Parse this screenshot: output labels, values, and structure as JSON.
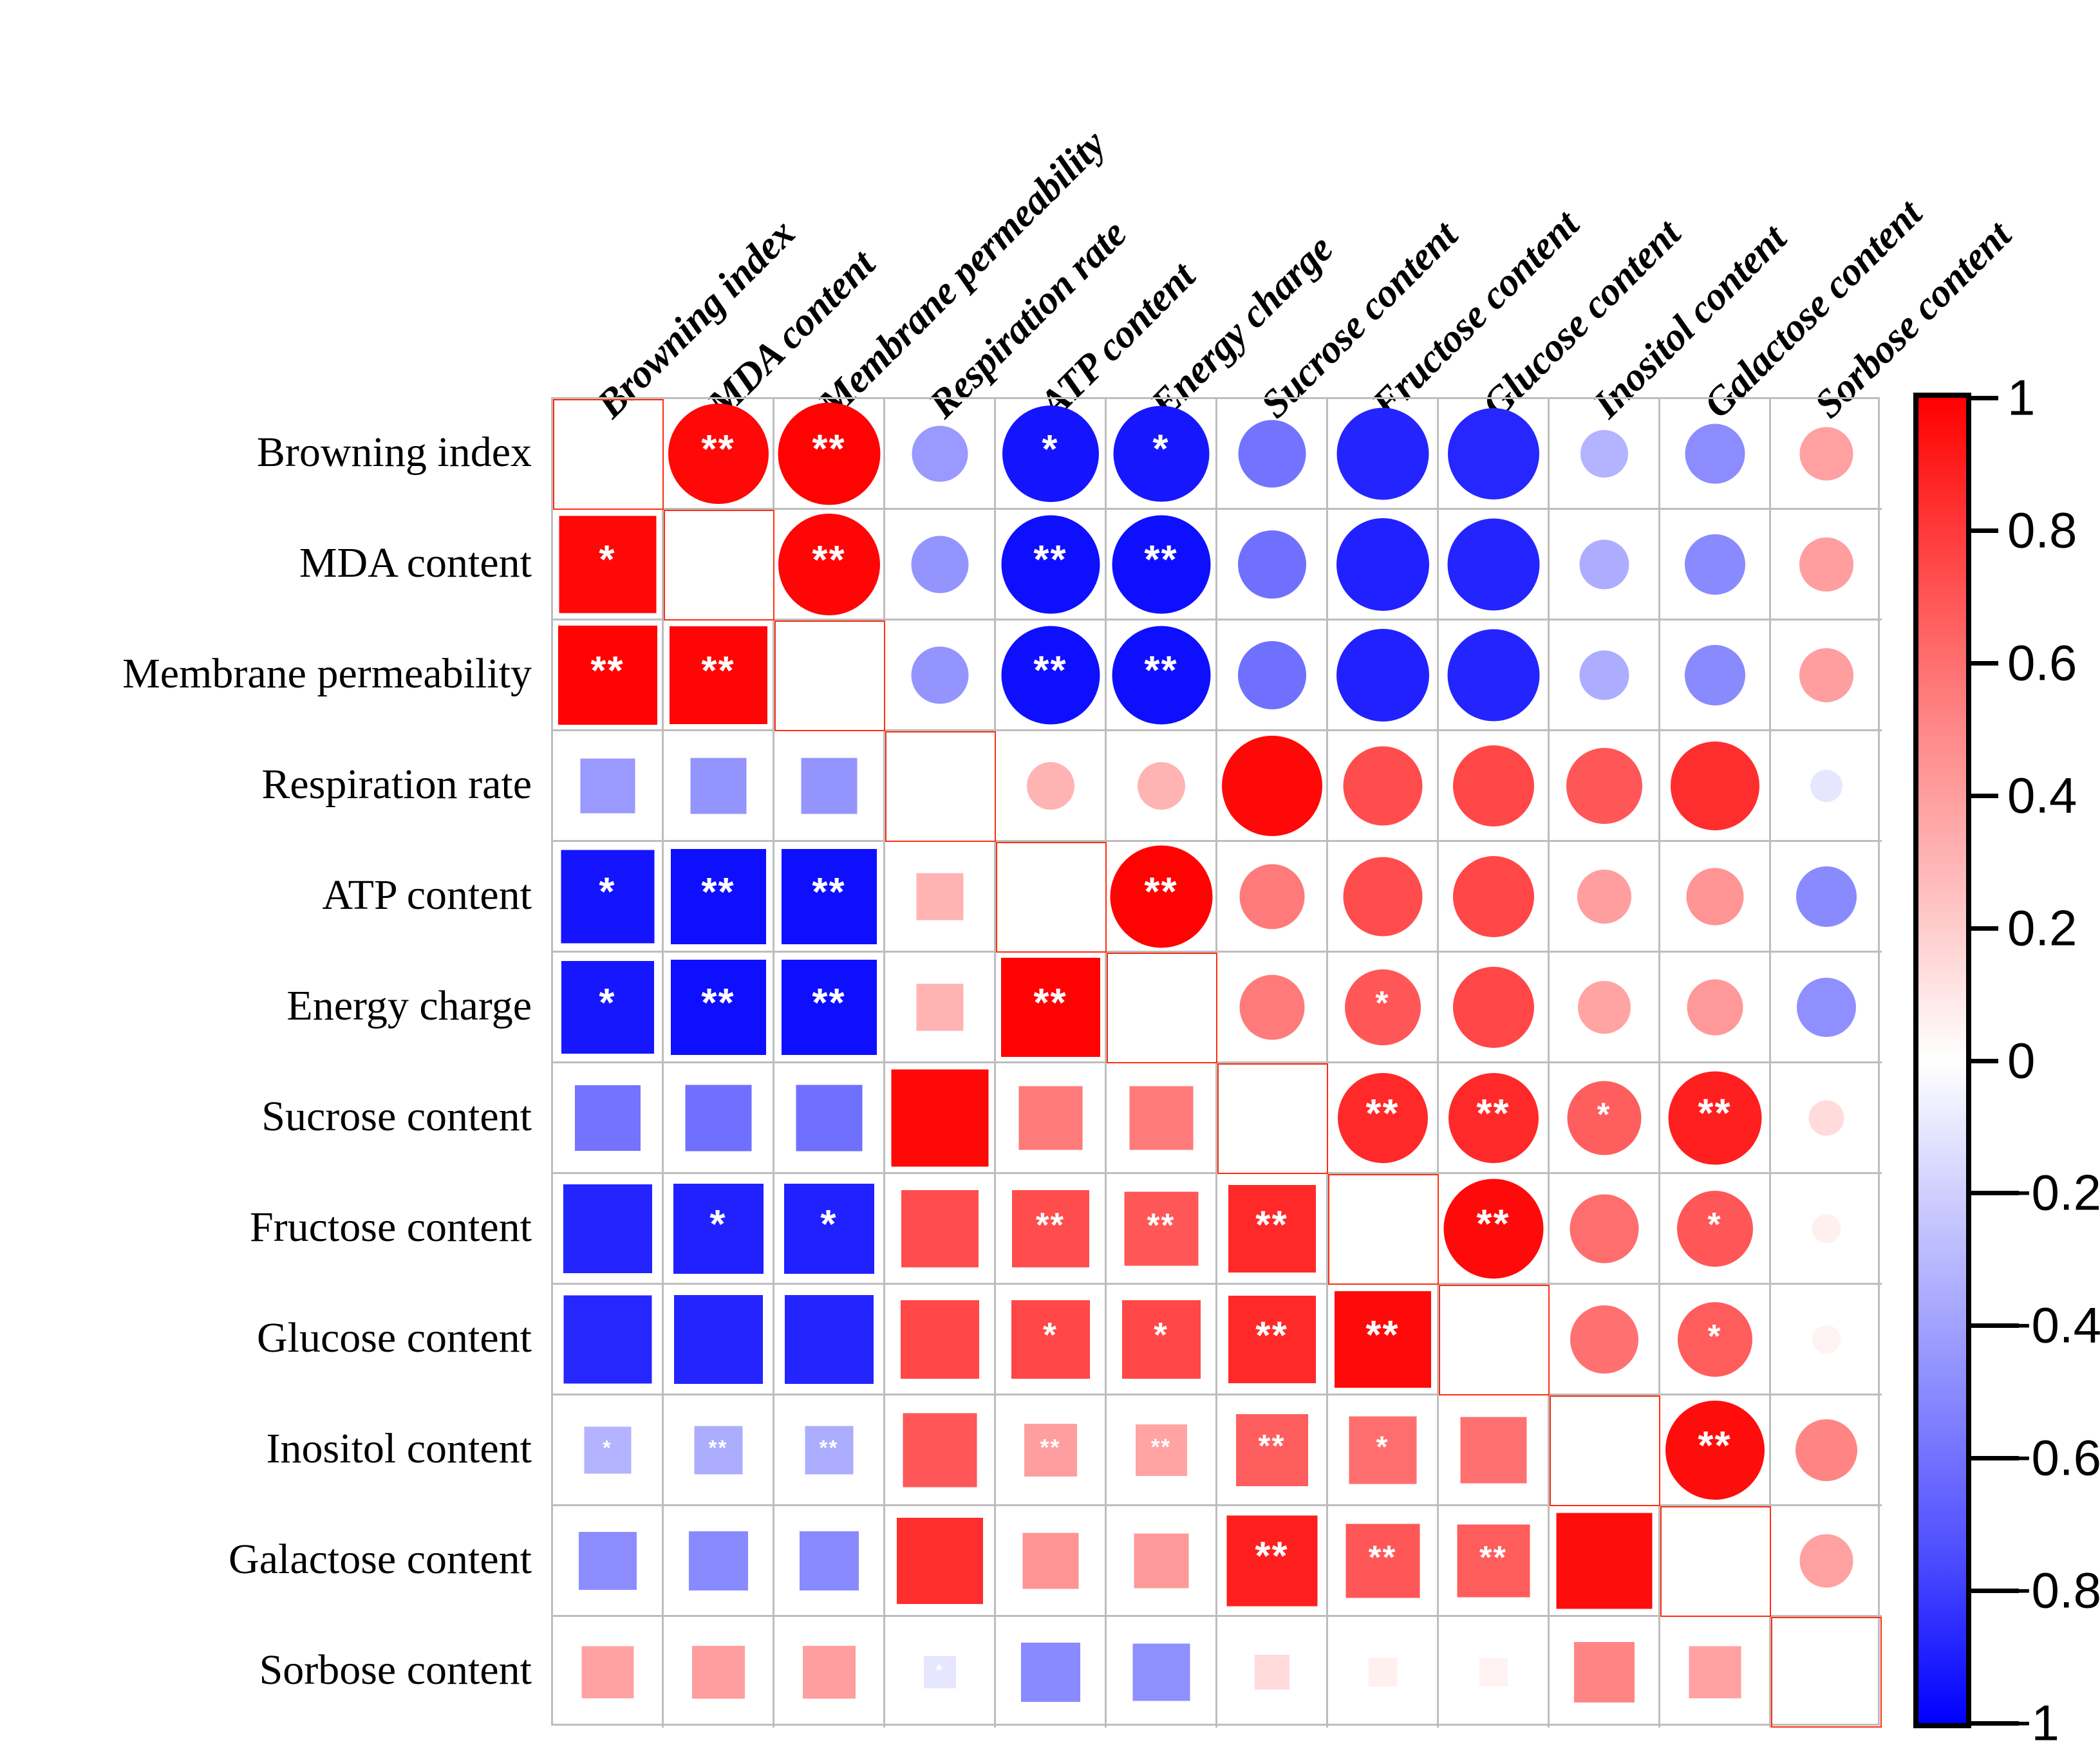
{
  "variables": [
    "Browning index",
    "MDA content",
    "Membrane permeability",
    "Respiration rate",
    "ATP content",
    "Energy charge",
    "Sucrose content",
    "Fructose content",
    "Glucose content",
    "Inositol content",
    "Galactose content",
    "Sorbose content"
  ],
  "colorbar": {
    "ticks": [
      "1",
      "0.8",
      "0.6",
      "0.4",
      "0.2",
      "0",
      "−0.2",
      "−0.4",
      "−0.6",
      "−0.8",
      "−1"
    ],
    "max_color": "#ff0000",
    "mid_color": "#ffffff",
    "min_color": "#0000ff",
    "vmin": -1,
    "vmax": 1
  },
  "legend": {
    "single_star": "*",
    "double_star": "**"
  },
  "chart_data": {
    "type": "heatmap",
    "title": "",
    "xlabel": "",
    "ylabel": "",
    "subtype": "correlation-matrix",
    "upper_triangle_glyph": "circle",
    "lower_triangle_glyph": "square",
    "diagonal": "empty-with-red-outline",
    "grid": true,
    "legend_position": "right",
    "colorbar_range": [
      -1,
      1
    ],
    "categories": [
      "Browning index",
      "MDA content",
      "Membrane permeability",
      "Respiration rate",
      "ATP content",
      "Energy charge",
      "Sucrose content",
      "Fructose content",
      "Glucose content",
      "Inositol content",
      "Galactose content",
      "Sorbose content"
    ],
    "matrix": [
      [
        1.0,
        0.97,
        0.99,
        -0.4,
        -0.92,
        -0.91,
        -0.55,
        -0.86,
        -0.85,
        -0.3,
        -0.45,
        0.37
      ],
      [
        0.97,
        1.0,
        0.98,
        -0.42,
        -0.94,
        -0.94,
        -0.56,
        -0.87,
        -0.86,
        -0.32,
        -0.46,
        0.38
      ],
      [
        0.99,
        0.98,
        1.0,
        -0.42,
        -0.94,
        -0.94,
        -0.56,
        -0.87,
        -0.86,
        -0.32,
        -0.46,
        0.38
      ],
      [
        -0.4,
        -0.42,
        -0.42,
        1.0,
        0.3,
        0.3,
        0.97,
        0.7,
        0.72,
        0.66,
        0.82,
        -0.1
      ],
      [
        -0.92,
        -0.94,
        -0.94,
        0.3,
        1.0,
        0.99,
        0.52,
        0.7,
        0.72,
        0.38,
        0.42,
        -0.46
      ],
      [
        -0.91,
        -0.94,
        -0.94,
        0.3,
        0.99,
        1.0,
        0.52,
        0.66,
        0.72,
        0.36,
        0.4,
        -0.44
      ],
      [
        -0.55,
        -0.56,
        -0.56,
        0.97,
        0.52,
        0.52,
        1.0,
        0.84,
        0.84,
        0.63,
        0.88,
        0.14
      ],
      [
        -0.86,
        -0.87,
        -0.87,
        0.7,
        0.7,
        0.66,
        0.84,
        1.0,
        0.96,
        0.57,
        0.66,
        0.06
      ],
      [
        -0.85,
        -0.86,
        -0.86,
        0.72,
        0.72,
        0.72,
        0.84,
        0.96,
        1.0,
        0.56,
        0.64,
        0.05
      ],
      [
        -0.3,
        -0.32,
        -0.32,
        0.66,
        0.38,
        0.36,
        0.63,
        0.57,
        0.56,
        1.0,
        0.95,
        0.48
      ],
      [
        -0.45,
        -0.46,
        -0.46,
        0.82,
        0.42,
        0.4,
        0.88,
        0.66,
        0.64,
        0.95,
        1.0,
        0.37
      ],
      [
        0.37,
        0.38,
        0.38,
        -0.1,
        -0.46,
        -0.44,
        0.14,
        0.06,
        0.05,
        0.48,
        0.37,
        1.0
      ]
    ],
    "significance": [
      [
        "",
        "**",
        "**",
        "",
        "*",
        "*",
        "",
        "",
        "",
        "",
        "",
        ""
      ],
      [
        "*",
        "",
        "**",
        "",
        "**",
        "**",
        "",
        "",
        "",
        "",
        "",
        ""
      ],
      [
        "**",
        "**",
        "",
        "",
        "**",
        "**",
        "",
        "",
        "",
        "",
        "",
        ""
      ],
      [
        "",
        "",
        "",
        "",
        "",
        "",
        "",
        "",
        "",
        "",
        "",
        ""
      ],
      [
        "*",
        "**",
        "**",
        "",
        "",
        "**",
        "",
        "",
        "",
        "",
        "",
        ""
      ],
      [
        "*",
        "**",
        "**",
        "",
        "**",
        "",
        "",
        "*",
        "",
        "",
        "",
        ""
      ],
      [
        "",
        "",
        "",
        "",
        "",
        "",
        "",
        "**",
        "**",
        "*",
        "**",
        ""
      ],
      [
        "",
        "*",
        "*",
        "",
        "**",
        "**",
        "**",
        "",
        "**",
        "",
        "*",
        ""
      ],
      [
        "",
        "",
        "",
        "",
        "*",
        "*",
        "**",
        "**",
        "",
        "",
        "*",
        ""
      ],
      [
        "*",
        "**",
        "**",
        "",
        "**",
        "**",
        "**",
        "*",
        "",
        "",
        "**",
        ""
      ],
      [
        "",
        "",
        "",
        "",
        "",
        "",
        "**",
        "**",
        "**",
        "",
        "",
        ""
      ],
      [
        "",
        "",
        "",
        "*",
        "",
        "",
        "",
        "",
        "",
        "",
        "",
        ""
      ]
    ]
  }
}
